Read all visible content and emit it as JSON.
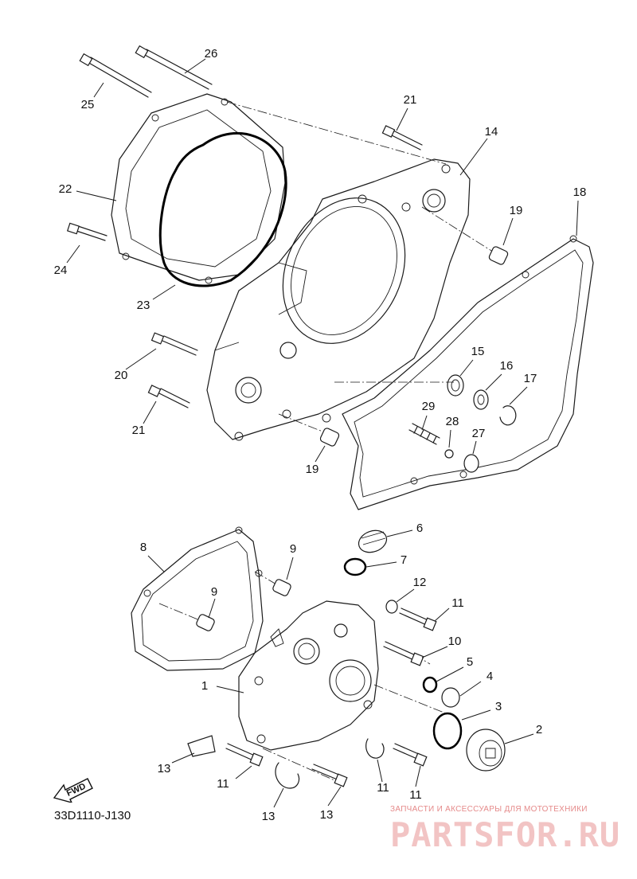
{
  "diagram": {
    "code": "33D1110-J130",
    "fwd_label": "FWD",
    "watermark": {
      "tagline": "ЗАПЧАСТИ И АКСЕССУАРЫ ДЛЯ МОТОТЕХНИКИ",
      "brand": "PARTSFOR.RU"
    },
    "callouts": [
      {
        "id": "c26a",
        "label": "26"
      },
      {
        "id": "c25",
        "label": "25"
      },
      {
        "id": "c22",
        "label": "22"
      },
      {
        "id": "c24",
        "label": "24"
      },
      {
        "id": "c23",
        "label": "23"
      },
      {
        "id": "c21a",
        "label": "21"
      },
      {
        "id": "c14",
        "label": "14"
      },
      {
        "id": "c18",
        "label": "18"
      },
      {
        "id": "c19a",
        "label": "19"
      },
      {
        "id": "c20",
        "label": "20"
      },
      {
        "id": "c21b",
        "label": "21"
      },
      {
        "id": "c15",
        "label": "15"
      },
      {
        "id": "c16",
        "label": "16"
      },
      {
        "id": "c17",
        "label": "17"
      },
      {
        "id": "c29",
        "label": "29"
      },
      {
        "id": "c28",
        "label": "28"
      },
      {
        "id": "c27",
        "label": "27"
      },
      {
        "id": "c19b",
        "label": "19"
      },
      {
        "id": "c6",
        "label": "6"
      },
      {
        "id": "c8",
        "label": "8"
      },
      {
        "id": "c9a",
        "label": "9"
      },
      {
        "id": "c7",
        "label": "7"
      },
      {
        "id": "c12",
        "label": "12"
      },
      {
        "id": "c11a",
        "label": "11"
      },
      {
        "id": "c9b",
        "label": "9"
      },
      {
        "id": "c10",
        "label": "10"
      },
      {
        "id": "c5",
        "label": "5"
      },
      {
        "id": "c4",
        "label": "4"
      },
      {
        "id": "c1",
        "label": "1"
      },
      {
        "id": "c3",
        "label": "3"
      },
      {
        "id": "c2",
        "label": "2"
      },
      {
        "id": "c13a",
        "label": "13"
      },
      {
        "id": "c11b",
        "label": "11"
      },
      {
        "id": "c13b",
        "label": "13"
      },
      {
        "id": "c11c",
        "label": "11"
      },
      {
        "id": "c13c",
        "label": "13"
      },
      {
        "id": "c11d",
        "label": "11"
      }
    ]
  }
}
